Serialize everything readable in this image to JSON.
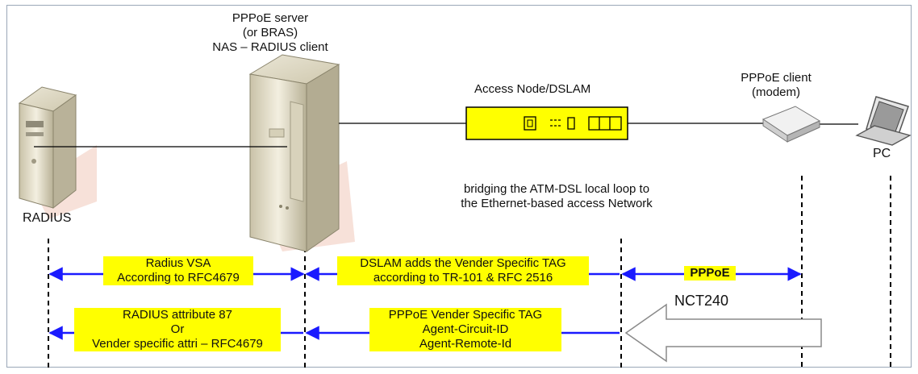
{
  "devices": {
    "radius": "RADIUS",
    "server": [
      "PPPoE server",
      "(or BRAS)",
      "NAS – RADIUS client"
    ],
    "dslam": "Access Node/DSLAM",
    "client": [
      "PPPoE client",
      "(modem)"
    ],
    "pc": "PC"
  },
  "bridging_note": [
    "bridging the ATM-DSL local loop to",
    "the Ethernet-based access Network"
  ],
  "row1": {
    "radius_vsa": [
      "Radius VSA",
      "According to RFC4679"
    ],
    "dslam_tag": [
      "DSLAM adds the Vender Specific TAG",
      "according to TR-101 & RFC 2516"
    ],
    "pppoe": "PPPoE"
  },
  "row2": {
    "radius_attr": [
      "RADIUS attribute 87",
      "Or",
      "Vender specific attri – RFC4679"
    ],
    "pppoe_tag": [
      "PPPoE Vender Specific TAG",
      "Agent-Circuit-ID",
      "Agent-Remote-Id"
    ],
    "nct": "NCT240"
  },
  "colors": {
    "arrow": "#1a1aff",
    "highlight": "#ffff00",
    "frame": "#9aa7b8"
  }
}
